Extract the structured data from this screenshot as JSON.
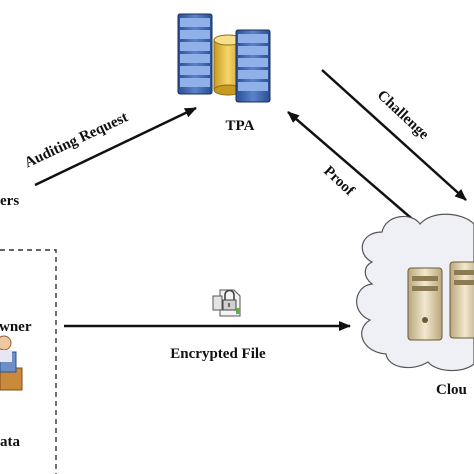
{
  "labels": {
    "tpa": "TPA",
    "auditing_request": "Auditing Request",
    "users": "ers",
    "challenge": "Challenge",
    "proof": "Proof",
    "owner": "wner",
    "encrypted_file": "Encrypted File",
    "data": "ata",
    "cloud": "Clou"
  },
  "colors": {
    "line": "#111111",
    "server_blue": "#4a6fb5",
    "server_dark": "#1f3f78",
    "db_gold": "#e9c34a",
    "cloud_fill": "#eef0f6",
    "cloud_server": "#e8dcc0"
  },
  "icons": [
    "server-rack-icon",
    "database-icon",
    "cloud-icon",
    "cloud-server-icon",
    "lock-file-icon",
    "user-at-computer-icon"
  ]
}
